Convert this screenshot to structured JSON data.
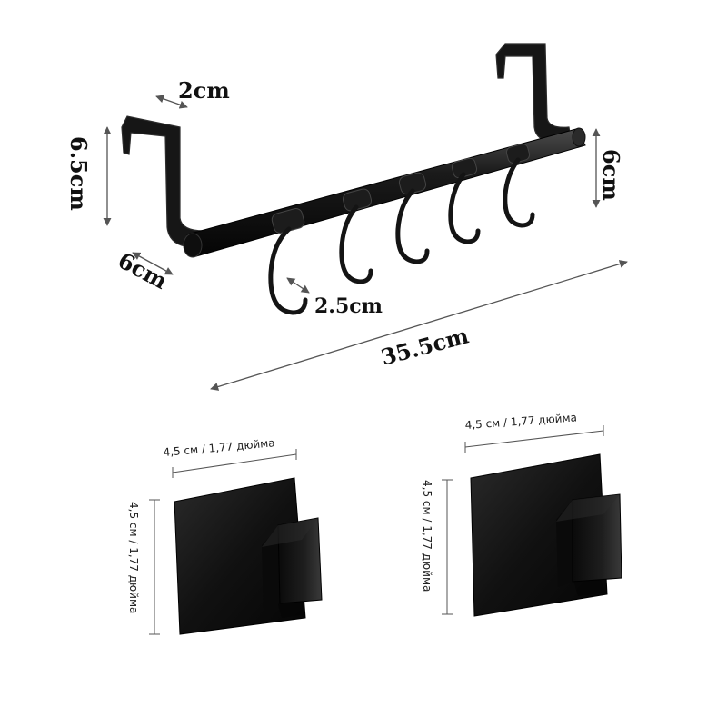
{
  "rack": {
    "hook_count": 5,
    "dimensions": {
      "top_depth": "2cm",
      "height": "6.5cm",
      "base_depth": "6cm",
      "hook_gap": "2.5cm",
      "length": "35.5cm",
      "right_height": "6cm"
    }
  },
  "adhesive_hooks": [
    {
      "width_label": "4,5 см / 1,77 дюйма",
      "height_label": "4,5 см / 1,77 дюйма"
    },
    {
      "width_label": "4,5 см / 1,77 дюйма",
      "height_label": "4,5 см / 1,77 дюйма"
    }
  ],
  "colors": {
    "product": "#121212",
    "dimension_line": "#555555",
    "text": "#111111"
  }
}
